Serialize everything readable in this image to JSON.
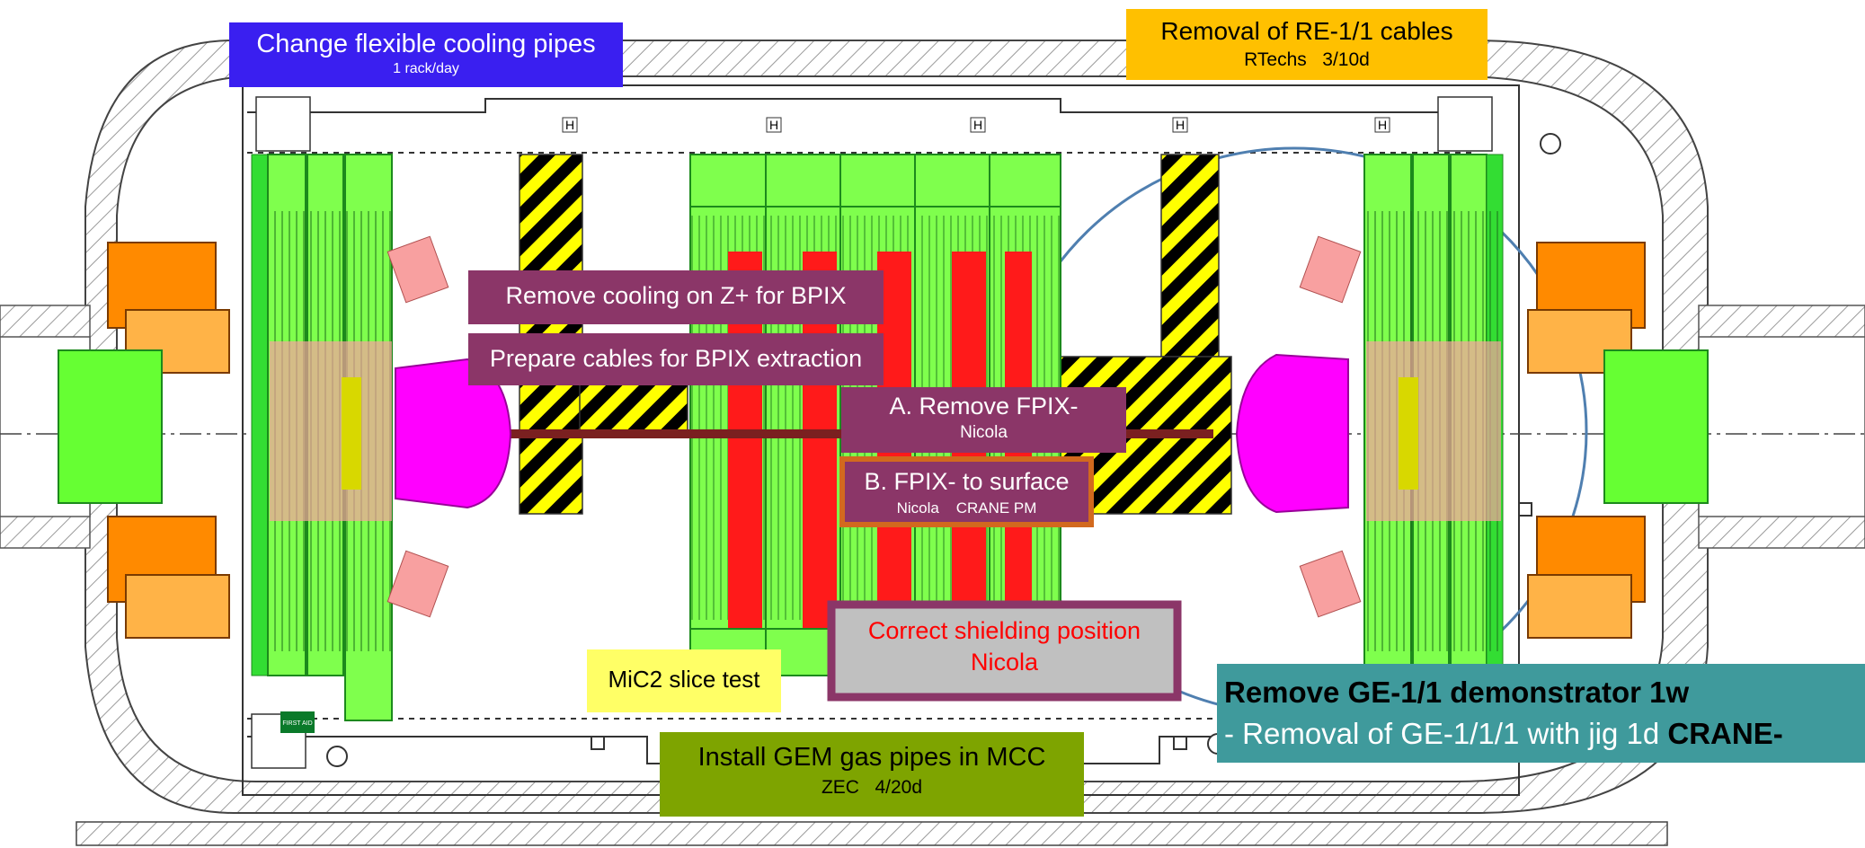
{
  "colors": {
    "panel_blue": "#3a1ff0",
    "panel_yellow": "#ffc000",
    "panel_purple": "#8b3668",
    "panel_olive": "#7ea400",
    "panel_light_yellow": "#ffff66",
    "panel_teal": "#3f9a9c",
    "panel_grey": "#c0c0c0",
    "border_orange": "#d2691e",
    "detector_green": "#66ff33",
    "detector_red": "#ff0000",
    "magnet_orange": "#ff8a00",
    "beampipe_magenta": "#ff00ff",
    "shield_stripe_yellow": "#ffff00"
  },
  "labels": {
    "cooling_pipes": {
      "title": "Change flexible cooling pipes",
      "sub": "1 rack/day"
    },
    "re_cables": {
      "title": "Removal of RE-1/1 cables",
      "sub": "RTechs   3/10d"
    },
    "remove_cooling": {
      "title": "Remove cooling on Z+ for BPIX"
    },
    "prepare_cables": {
      "title": "Prepare cables for BPIX extraction"
    },
    "remove_fpix": {
      "title": "A. Remove FPIX-",
      "sub": "Nicola"
    },
    "fpix_surface": {
      "title": "B. FPIX- to surface",
      "sub": "Nicola    CRANE PM"
    },
    "shielding": {
      "title": "Correct shielding position",
      "sub": "Nicola"
    },
    "mic2": {
      "title": "MiC2 slice test"
    },
    "gem_gas": {
      "title": "Install GEM gas pipes in MCC",
      "sub": "ZEC   4/20d"
    },
    "ge11": {
      "title": "Remove GE-1/1 demonstrator 1w",
      "line_prefix": "- Removal of GE-1/1/1 with jig 1d ",
      "line_bold": "CRANE-"
    }
  },
  "schematic": {
    "first_aid_sign": "FIRST AID",
    "h_marker": "H"
  }
}
